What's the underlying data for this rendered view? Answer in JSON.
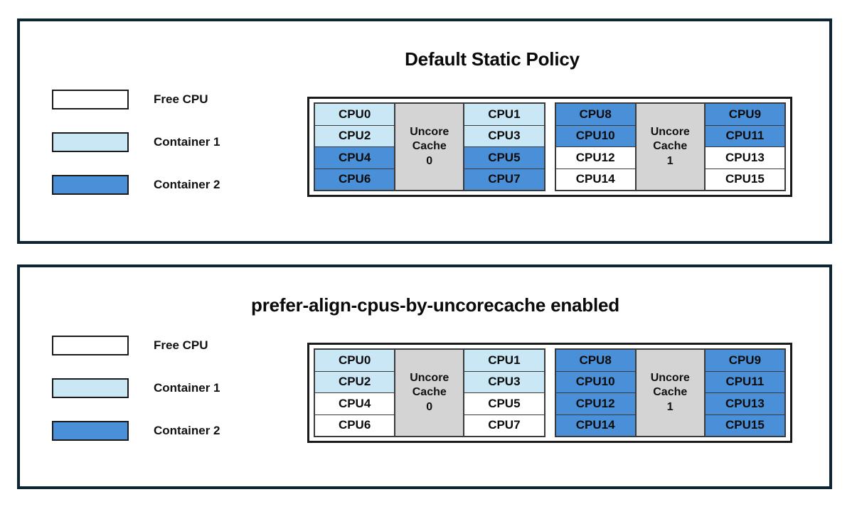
{
  "colors": {
    "free": "#ffffff",
    "container1": "#c9e7f5",
    "container2": "#4a90d9",
    "cache": "#d4d4d4",
    "panel_border": "#0d2433",
    "cell_border": "#3a3a3a"
  },
  "panels": [
    {
      "id": "default-static-policy",
      "title": "Default Static Policy",
      "legend": [
        {
          "label": "Free CPU",
          "fill": "free"
        },
        {
          "label": "Container 1",
          "fill": "container1"
        },
        {
          "label": "Container 2",
          "fill": "container2"
        }
      ],
      "sockets": [
        {
          "cache_label_lines": [
            "Uncore",
            "Cache",
            "0"
          ],
          "left_column": [
            {
              "label": "CPU0",
              "fill": "container1"
            },
            {
              "label": "CPU2",
              "fill": "container1"
            },
            {
              "label": "CPU4",
              "fill": "container2"
            },
            {
              "label": "CPU6",
              "fill": "container2"
            }
          ],
          "right_column": [
            {
              "label": "CPU1",
              "fill": "container1"
            },
            {
              "label": "CPU3",
              "fill": "container1"
            },
            {
              "label": "CPU5",
              "fill": "container2"
            },
            {
              "label": "CPU7",
              "fill": "container2"
            }
          ]
        },
        {
          "cache_label_lines": [
            "Uncore",
            "Cache",
            "1"
          ],
          "left_column": [
            {
              "label": "CPU8",
              "fill": "container2"
            },
            {
              "label": "CPU10",
              "fill": "container2"
            },
            {
              "label": "CPU12",
              "fill": "free"
            },
            {
              "label": "CPU14",
              "fill": "free"
            }
          ],
          "right_column": [
            {
              "label": "CPU9",
              "fill": "container2"
            },
            {
              "label": "CPU11",
              "fill": "container2"
            },
            {
              "label": "CPU13",
              "fill": "free"
            },
            {
              "label": "CPU15",
              "fill": "free"
            }
          ]
        }
      ]
    },
    {
      "id": "prefer-align-cpus-by-uncorecache-enabled",
      "title": "prefer-align-cpus-by-uncorecache enabled",
      "legend": [
        {
          "label": "Free CPU",
          "fill": "free"
        },
        {
          "label": "Container 1",
          "fill": "container1"
        },
        {
          "label": "Container 2",
          "fill": "container2"
        }
      ],
      "sockets": [
        {
          "cache_label_lines": [
            "Uncore",
            "Cache",
            "0"
          ],
          "left_column": [
            {
              "label": "CPU0",
              "fill": "container1"
            },
            {
              "label": "CPU2",
              "fill": "container1"
            },
            {
              "label": "CPU4",
              "fill": "free"
            },
            {
              "label": "CPU6",
              "fill": "free"
            }
          ],
          "right_column": [
            {
              "label": "CPU1",
              "fill": "container1"
            },
            {
              "label": "CPU3",
              "fill": "container1"
            },
            {
              "label": "CPU5",
              "fill": "free"
            },
            {
              "label": "CPU7",
              "fill": "free"
            }
          ]
        },
        {
          "cache_label_lines": [
            "Uncore",
            "Cache",
            "1"
          ],
          "left_column": [
            {
              "label": "CPU8",
              "fill": "container2"
            },
            {
              "label": "CPU10",
              "fill": "container2"
            },
            {
              "label": "CPU12",
              "fill": "container2"
            },
            {
              "label": "CPU14",
              "fill": "container2"
            }
          ],
          "right_column": [
            {
              "label": "CPU9",
              "fill": "container2"
            },
            {
              "label": "CPU11",
              "fill": "container2"
            },
            {
              "label": "CPU13",
              "fill": "container2"
            },
            {
              "label": "CPU15",
              "fill": "container2"
            }
          ]
        }
      ]
    }
  ]
}
